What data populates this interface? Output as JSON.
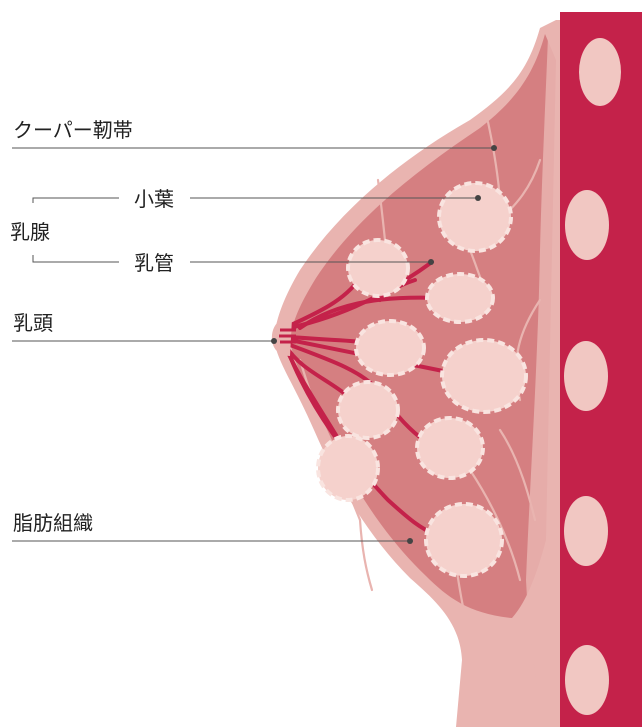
{
  "labels": {
    "cooper_ligament": "クーパー靭帯",
    "lobule": "小葉",
    "mammary_gland": "乳腺",
    "milk_duct": "乳管",
    "nipple": "乳頭",
    "adipose_tissue": "脂肪組織"
  },
  "colors": {
    "muscle": "#c4224a",
    "rib": "#f1c7c2",
    "skin": "#e9b4b0",
    "gland": "#d57f81",
    "lobule": "#f5d1cc",
    "lobule_edge": "#f9e4e0",
    "duct": "#c4224a",
    "leader": "#555555"
  }
}
